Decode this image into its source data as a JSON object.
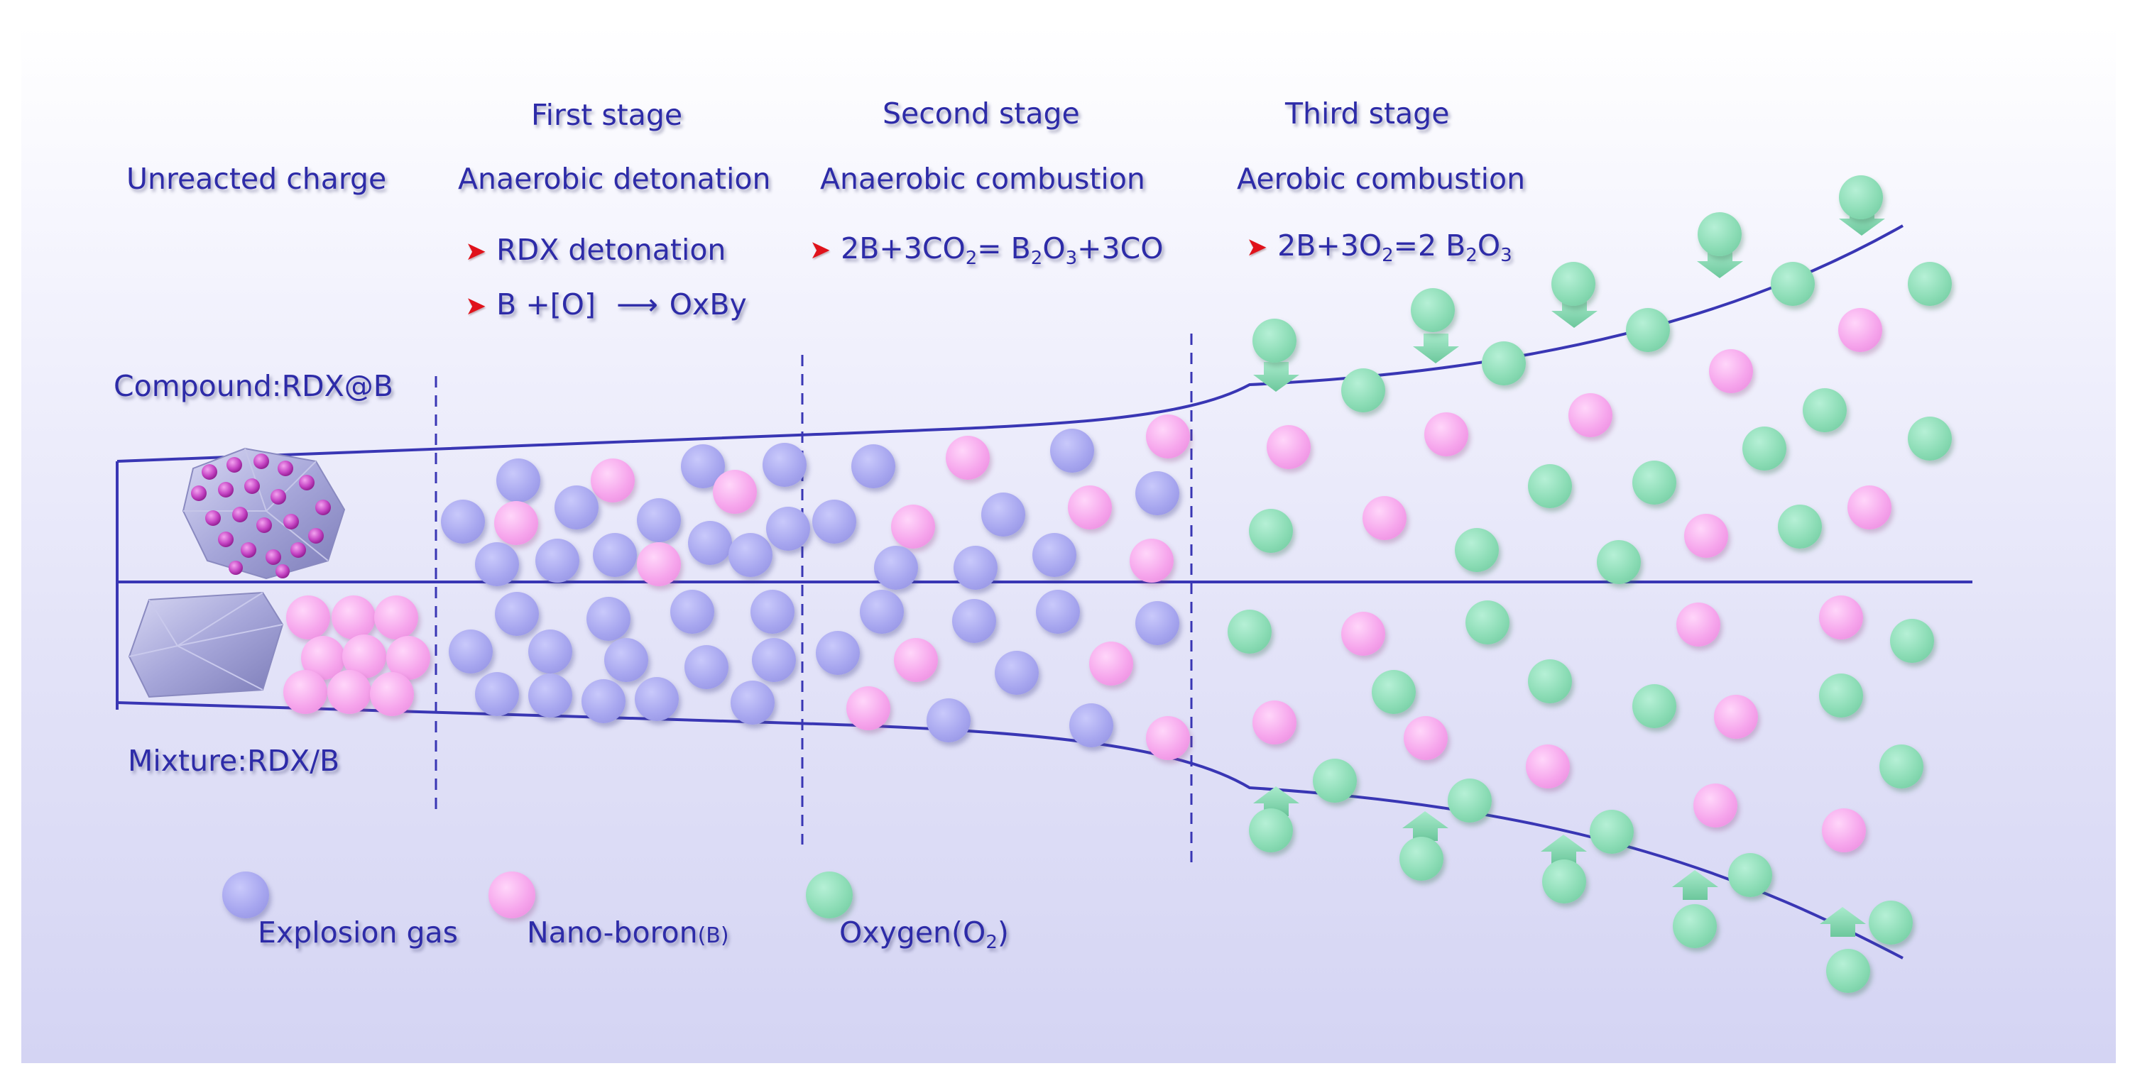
{
  "labels": {
    "unreacted": "Unreacted charge",
    "stage1_title": "First stage",
    "stage1_sub": "Anaerobic detonation",
    "stage2_title": "Second stage",
    "stage2_sub": "Anaerobic  combustion",
    "stage3_title": "Third stage",
    "stage3_sub": "Aerobic  combustion",
    "compound": "Compound:RDX@B",
    "mixture": "Mixture:RDX/B"
  },
  "reactions": {
    "bullet": "➤",
    "stage1_a": "RDX detonation",
    "stage1_b_left": "B +[O]",
    "stage1_b_arrow": "⟶",
    "stage1_b_right": "OxBy",
    "stage2": {
      "p1": "2B+3CO",
      "s1": "2",
      "p2": "= B",
      "s2": "2",
      "p3": "O",
      "s3": "3",
      "p4": "+3CO"
    },
    "stage3": {
      "p1": "2B+3O",
      "s1": "2",
      "p2": "=2 B",
      "s2": "2",
      "p3": "O",
      "s3": "3"
    }
  },
  "legend": {
    "gas": "Explosion gas",
    "boron": "Nano-boron",
    "boron_sub": "(B)",
    "oxygen_pre": "Oxygen(O",
    "oxygen_sub": "2",
    "oxygen_post": ")"
  },
  "colors": {
    "text": "#2d2ba8",
    "line": "#3936b4",
    "bullet": "#e0121b",
    "gas": "#a7a6ef",
    "boron": "#f6a5ec",
    "oxygen": "#8bdcb5"
  },
  "icons": {
    "compound_crystal": "rdx-boron-coated-crystal-icon",
    "mixture_crystal": "rdx-crystal-icon",
    "oxygen_inflow": "oxygen-inflow-arrow-icon"
  }
}
